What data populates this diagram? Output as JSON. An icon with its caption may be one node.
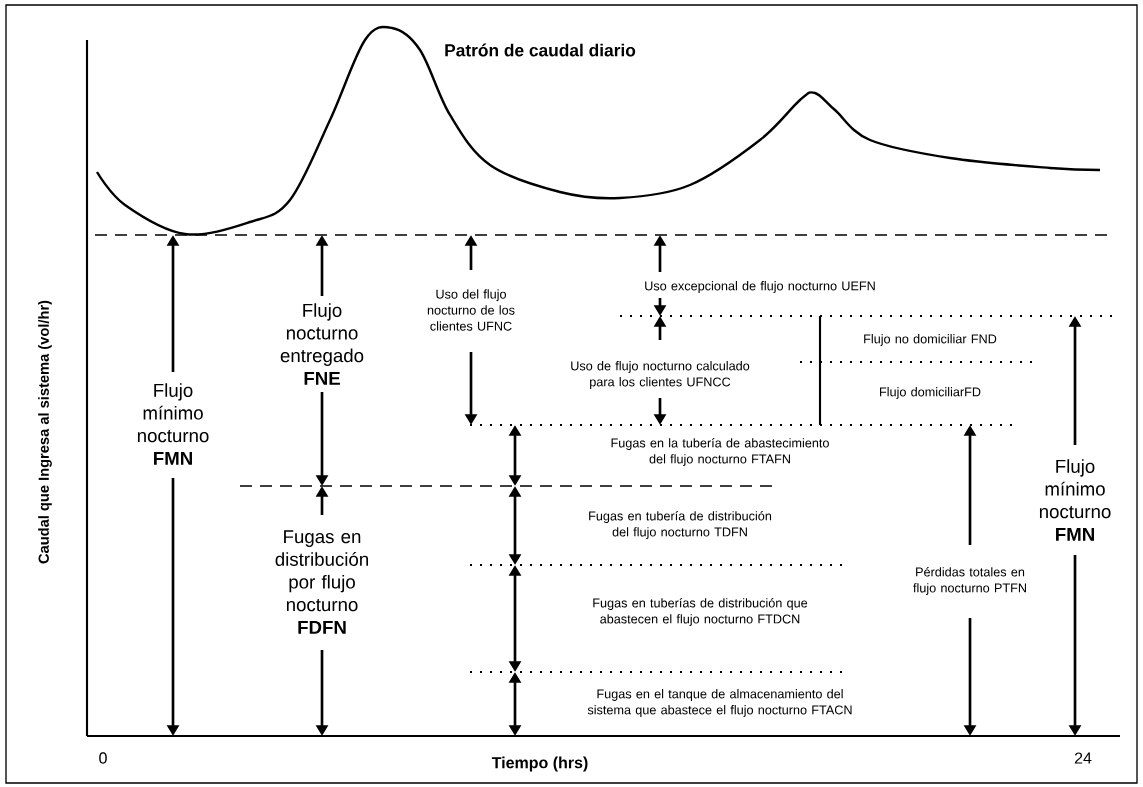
{
  "diagram": {
    "title": "Patrón de caudal diario",
    "labels": [
      "Caudal que Ingresa al sistema (vol/hr)",
      "Flujo mínimo nocturno **FMN**",
      "Flujo nocturno entregado **FNE**",
      "Uso del flujo nocturno de los clientes UFNC",
      "Uso excepcional de flujo nocturno UEFN",
      "Uso de flujo nocturno calculado para los clientes UFNCC",
      "Flujo no domiciliar FND",
      "Flujo domiciliarFD",
      "Fugas en la tubería de abastecimiento del flujo nocturno FTAFN",
      "Fugas en distribución por flujo nocturno **FDFN**",
      "Fugas en tubería de distribución del flujo nocturno TDFN",
      "Pérdidas totales en flujo nocturno PTFN",
      "Flujo mínimo nocturno **FMN**",
      "Fugas en tuberías de distribución que abastecen el flujo nocturno FTDCN",
      "Fugas en el tanque de almacenamiento del sistema que abastece el flujo nocturno FTACN",
      "0",
      "Tiempo (hrs)",
      "24"
    ]
  }
}
